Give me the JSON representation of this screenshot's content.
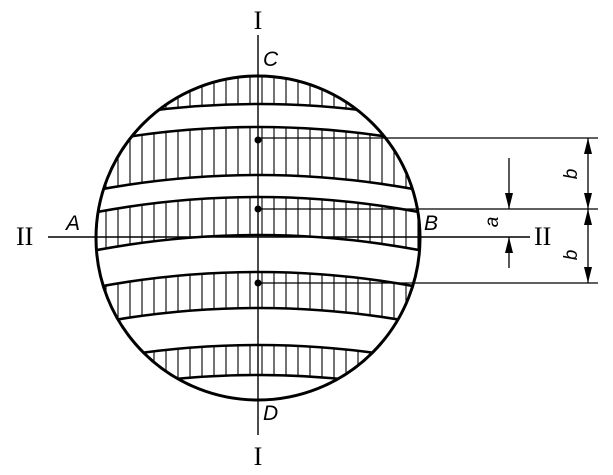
{
  "labels": {
    "axis_vertical_top": "I",
    "axis_vertical_bottom": "I",
    "axis_horizontal_left": "II",
    "axis_horizontal_right": "II",
    "point_a": "A",
    "point_b": "B",
    "point_c": "C",
    "point_d": "D",
    "dim_b_top": "b",
    "dim_a": "a",
    "dim_b_bottom": "b"
  },
  "colors": {
    "stroke": "#000000",
    "background": "#ffffff"
  }
}
